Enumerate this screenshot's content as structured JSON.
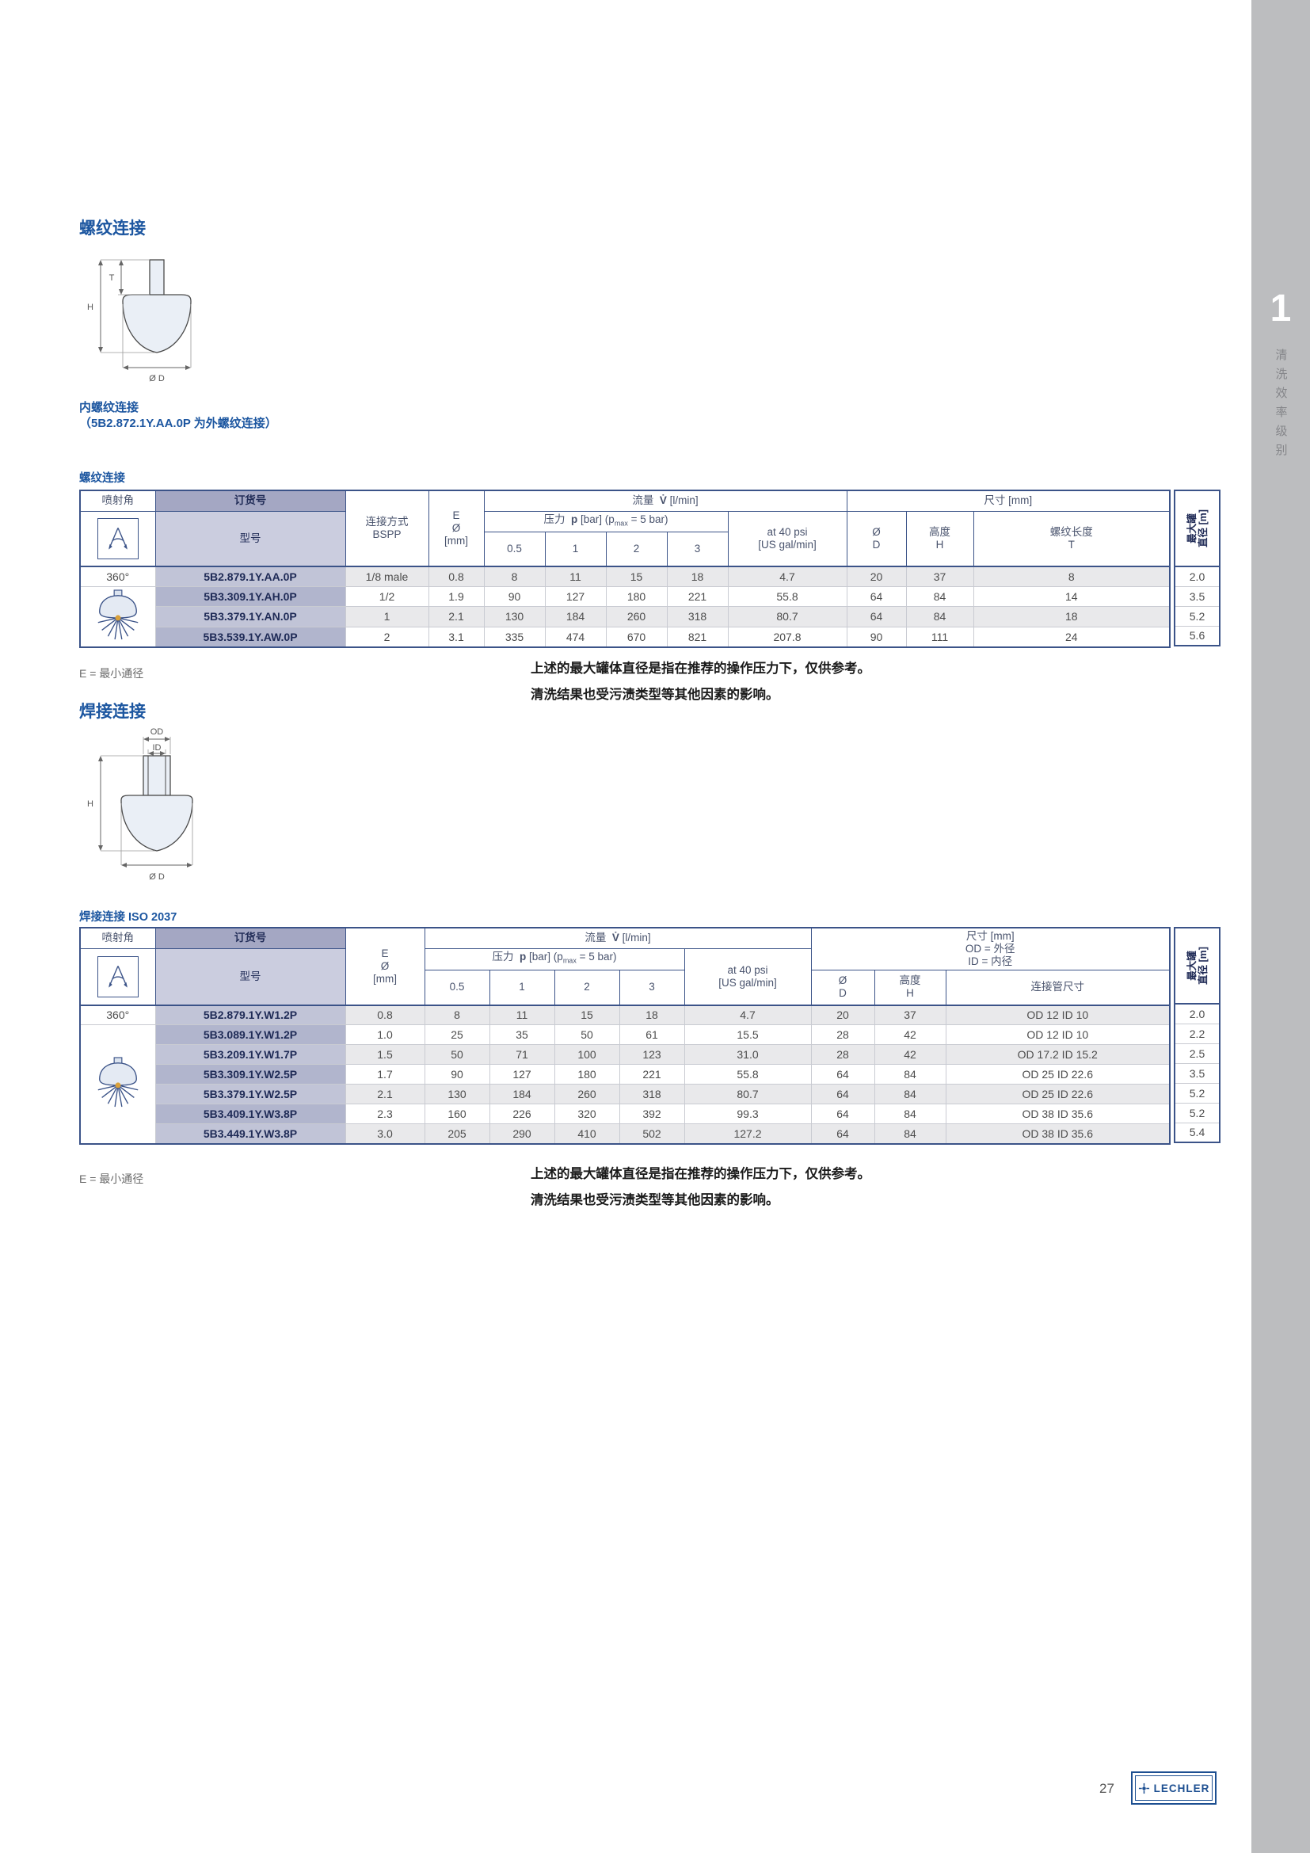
{
  "sidebar": {
    "chapter_number": "1",
    "vertical_label": "清洗效率级别"
  },
  "shared": {
    "spray_angle": "喷射角",
    "order_no": "订货号",
    "model": "型号",
    "e_l1": "E",
    "e_l2": "Ø",
    "e_l3": "[mm]",
    "flow_label": "流量",
    "flow_sym": "V̇",
    "flow_unit": "[l/min]",
    "pressure_label": "压力",
    "pressure_sym": "p",
    "pressure_mid": " [bar] (p",
    "pressure_sub": "max",
    "pressure_end": " = 5 bar)",
    "p05": "0.5",
    "p1": "1",
    "p2": "2",
    "p3": "3",
    "at40_l1": "at 40 psi",
    "at40_l2": "[US gal/min]",
    "d_l1": "Ø",
    "d_l2": "D",
    "h_l1": "高度",
    "h_l2": "H",
    "max_tank_l1": "最大罐",
    "max_tank_l2": "直径 [m]",
    "spray_angle_value": "360°"
  },
  "threaded": {
    "section_title": "螺纹连接",
    "caption_line1": "内螺纹连接",
    "caption_line2": "（5B2.872.1Y.AA.0P 为外螺纹连接）",
    "table_title": "螺纹连接",
    "diagram": {
      "t": "T",
      "h": "H",
      "d": "Ø D"
    },
    "connection_l1": "连接方式",
    "connection_l2": "BSPP",
    "dims": "尺寸 [mm]",
    "t_l1": "螺纹长度",
    "t_l2": "T",
    "rows": [
      {
        "model": "5B2.879.1Y.AA.0P",
        "bspp": "1/8 male",
        "e": "0.8",
        "f05": "8",
        "f1": "11",
        "f2": "15",
        "f3": "18",
        "gpm": "4.7",
        "d": "20",
        "h": "37",
        "t": "8",
        "tank": "2.0"
      },
      {
        "model": "5B3.309.1Y.AH.0P",
        "bspp": "1/2",
        "e": "1.9",
        "f05": "90",
        "f1": "127",
        "f2": "180",
        "f3": "221",
        "gpm": "55.8",
        "d": "64",
        "h": "84",
        "t": "14",
        "tank": "3.5"
      },
      {
        "model": "5B3.379.1Y.AN.0P",
        "bspp": "1",
        "e": "2.1",
        "f05": "130",
        "f1": "184",
        "f2": "260",
        "f3": "318",
        "gpm": "80.7",
        "d": "64",
        "h": "84",
        "t": "18",
        "tank": "5.2"
      },
      {
        "model": "5B3.539.1Y.AW.0P",
        "bspp": "2",
        "e": "3.1",
        "f05": "335",
        "f1": "474",
        "f2": "670",
        "f3": "821",
        "gpm": "207.8",
        "d": "90",
        "h": "111",
        "t": "24",
        "tank": "5.6"
      }
    ]
  },
  "welded": {
    "section_title": "焊接连接",
    "table_title": "焊接连接 ISO 2037",
    "diagram": {
      "od": "OD",
      "id": "ID",
      "h": "H",
      "d": "Ø D"
    },
    "dims_l1": "尺寸 [mm]",
    "dims_l2": "OD = 外径",
    "dims_l3": "ID = 内径",
    "pipe": "连接管尺寸",
    "rows": [
      {
        "model": "5B2.879.1Y.W1.2P",
        "e": "0.8",
        "f05": "8",
        "f1": "11",
        "f2": "15",
        "f3": "18",
        "gpm": "4.7",
        "d": "20",
        "h": "37",
        "pipe": "OD 12 ID 10",
        "tank": "2.0"
      },
      {
        "model": "5B3.089.1Y.W1.2P",
        "e": "1.0",
        "f05": "25",
        "f1": "35",
        "f2": "50",
        "f3": "61",
        "gpm": "15.5",
        "d": "28",
        "h": "42",
        "pipe": "OD 12 ID 10",
        "tank": "2.2"
      },
      {
        "model": "5B3.209.1Y.W1.7P",
        "e": "1.5",
        "f05": "50",
        "f1": "71",
        "f2": "100",
        "f3": "123",
        "gpm": "31.0",
        "d": "28",
        "h": "42",
        "pipe": "OD 17.2 ID 15.2",
        "tank": "2.5"
      },
      {
        "model": "5B3.309.1Y.W2.5P",
        "e": "1.7",
        "f05": "90",
        "f1": "127",
        "f2": "180",
        "f3": "221",
        "gpm": "55.8",
        "d": "64",
        "h": "84",
        "pipe": "OD 25 ID 22.6",
        "tank": "3.5"
      },
      {
        "model": "5B3.379.1Y.W2.5P",
        "e": "2.1",
        "f05": "130",
        "f1": "184",
        "f2": "260",
        "f3": "318",
        "gpm": "80.7",
        "d": "64",
        "h": "84",
        "pipe": "OD 25 ID 22.6",
        "tank": "5.2"
      },
      {
        "model": "5B3.409.1Y.W3.8P",
        "e": "2.3",
        "f05": "160",
        "f1": "226",
        "f2": "320",
        "f3": "392",
        "gpm": "99.3",
        "d": "64",
        "h": "84",
        "pipe": "OD 38 ID 35.6",
        "tank": "5.2"
      },
      {
        "model": "5B3.449.1Y.W3.8P",
        "e": "3.0",
        "f05": "205",
        "f1": "290",
        "f2": "410",
        "f3": "502",
        "gpm": "127.2",
        "d": "64",
        "h": "84",
        "pipe": "OD 38 ID 35.6",
        "tank": "5.4"
      }
    ]
  },
  "notes": {
    "e_note": "E = 最小通径",
    "right_line1": "上述的最大罐体直径是指在推荐的操作压力下，仅供参考。",
    "right_line2": "清洗结果也受污渍类型等其他因素的影响。"
  },
  "footer": {
    "page_number": "27",
    "logo_text": "LECHLER"
  }
}
